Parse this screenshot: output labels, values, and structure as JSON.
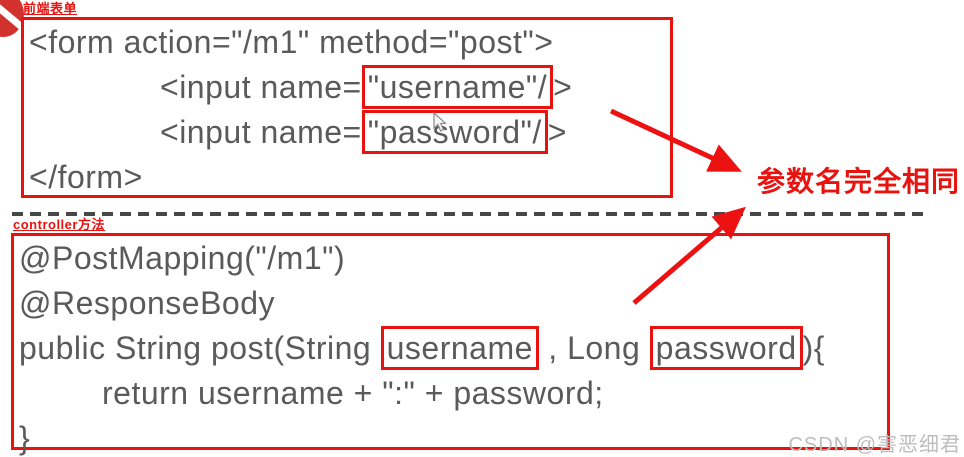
{
  "frontend": {
    "label": "前端表单",
    "line1": "<form action=\"/m1\" method=\"post\">",
    "line2": {
      "pre": "<input name=",
      "boxed": "\"username\"/",
      "post": ">"
    },
    "line3": {
      "pre": "<input name=",
      "boxed": "\"password\"/",
      "post": ">"
    },
    "line4": "</form>"
  },
  "controller": {
    "label": "controller方法",
    "line1": "@PostMapping(\"/m1\")",
    "line2": "@ResponseBody",
    "line3": {
      "pre": "public String post(String ",
      "boxed1": "username",
      "mid": " , Long ",
      "boxed2": "password",
      "post": "){"
    },
    "line4": "return username + \":\" + password;",
    "line5": "}"
  },
  "annotation": {
    "text": "参数名完全相同"
  },
  "watermark": {
    "text": "CSDN @害恶细君"
  },
  "icons": {
    "cursor": "mouse-pointer-arrow",
    "corner_decoration": "red-circle-fragment",
    "arrows": "red-annotation-arrows"
  },
  "colors": {
    "accent_red": "#e8120f",
    "code_gray": "#5a5a5a",
    "divider_gray": "#474747",
    "watermark_gray": "#bdbdbd"
  }
}
